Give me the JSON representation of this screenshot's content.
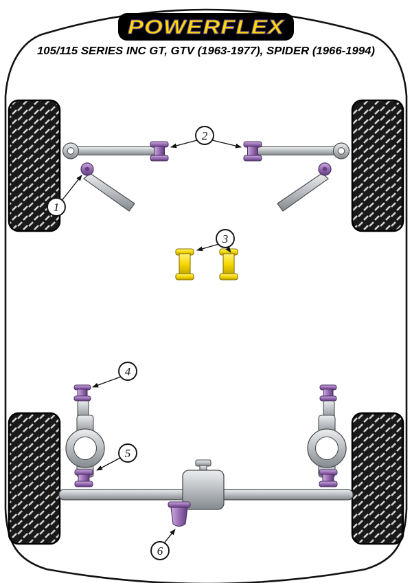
{
  "logo": {
    "text": "POWERFLEX",
    "bg": "#000000",
    "text_color": "#ffd900"
  },
  "title": "105/115 SERIES INC GT, GTV (1963-1977), SPIDER (1966-1994)",
  "colors": {
    "bush_purple": "#9a6cb4",
    "bush_yellow": "#f5d800",
    "metal": "#c0c3c7",
    "tire": "#191919",
    "outline": "#111111"
  },
  "callouts": [
    {
      "n": "1"
    },
    {
      "n": "2"
    },
    {
      "n": "3"
    },
    {
      "n": "4"
    },
    {
      "n": "5"
    },
    {
      "n": "6"
    }
  ]
}
